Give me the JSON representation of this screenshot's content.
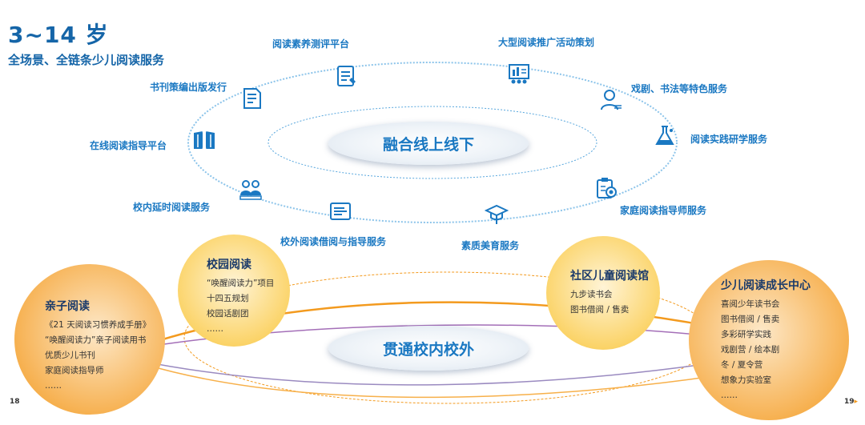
{
  "header": {
    "title": "3~14 岁",
    "subtitle": "全场景、全链条少儿阅读服务"
  },
  "upper_ring": {
    "center_label": "融合线上线下",
    "services": {
      "reading_literacy": "阅读素养测评平台",
      "large_activity": "大型阅读推广活动策划",
      "drama_calligraphy": "戏剧、书法等特色服务",
      "practice_research": "阅读实践研学服务",
      "family_guidance": "家庭阅读指导师服务",
      "aesthetic_education": "素质美育服务",
      "off_campus": "校外阅读借阅与指导服务",
      "after_school": "校内延时阅读服务",
      "online_platform": "在线阅读指导平台",
      "publishing": "书刊策编出版发行"
    }
  },
  "lower_ring": {
    "center_label": "贯通校内校外"
  },
  "circles": {
    "parent_child": {
      "title": "亲子阅读",
      "items": [
        "《21 天阅读习惯养成手册》",
        "“唤醒阅读力”亲子阅读用书",
        "优质少儿书刊",
        "家庭阅读指导师",
        "……"
      ]
    },
    "campus": {
      "title": "校园阅读",
      "items": [
        "“唤醒阅读力”项目",
        "十四五规划",
        "校园话剧团",
        "……"
      ]
    },
    "community": {
      "title": "社区儿童阅读馆",
      "items": [
        "九步读书会",
        "图书借阅 / 售卖"
      ]
    },
    "growth_center": {
      "title": "少儿阅读成长中心",
      "items": [
        "喜阅少年读书会",
        "图书借阅 / 售卖",
        "多彩研学实践",
        "戏剧营 / 绘本剧",
        "冬 / 夏令营",
        "想象力实验室",
        "……"
      ]
    }
  },
  "footer": {
    "page_left": "18",
    "page_right": "19",
    "arrow": "▸"
  },
  "colors": {
    "blue": "#1a78c2",
    "navy": "#1a3a6a",
    "orange": "#f39a1e"
  }
}
